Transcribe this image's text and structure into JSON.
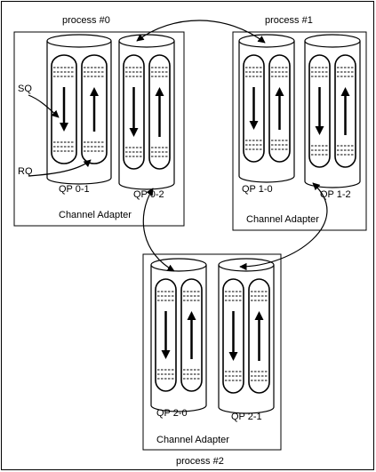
{
  "processes": [
    {
      "label": "process #0",
      "adapter_label": "Channel Adapter",
      "qps": [
        {
          "label": "QP 0-1",
          "directions": [
            "down",
            "up"
          ]
        },
        {
          "label": "QP 0-2",
          "directions": [
            "down",
            "up"
          ]
        }
      ]
    },
    {
      "label": "process #1",
      "adapter_label": "Channel Adapter",
      "qps": [
        {
          "label": "QP 1-0",
          "directions": [
            "down",
            "up"
          ]
        },
        {
          "label": "QP 1-2",
          "directions": [
            "down",
            "up"
          ]
        }
      ]
    },
    {
      "label": "process #2",
      "adapter_label": "Channel Adapter",
      "qps": [
        {
          "label": "QP 2-0",
          "directions": [
            "down",
            "up"
          ]
        },
        {
          "label": "QP 2-1",
          "directions": [
            "down",
            "up"
          ]
        }
      ]
    }
  ],
  "queue_labels": {
    "send": "SQ",
    "receive": "RQ"
  },
  "connections": [
    {
      "from": "QP 0-2",
      "to": "QP 1-0"
    },
    {
      "from": "QP 0-2",
      "to": "QP 2-0"
    },
    {
      "from": "QP 1-2",
      "to": "QP 2-1"
    }
  ]
}
